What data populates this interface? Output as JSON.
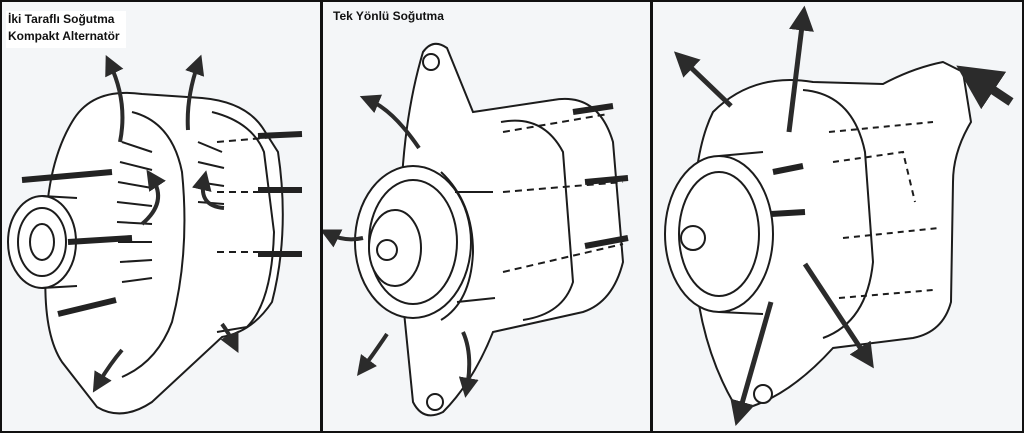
{
  "panels": [
    {
      "caption_lines": [
        "İki Taraflı Soğutma",
        "Kompakt Alternatör"
      ]
    },
    {
      "caption_lines": [
        "Tek Yönlü Soğutma"
      ]
    },
    {
      "caption_lines": []
    }
  ],
  "colors": {
    "line": "#1c1c1c",
    "arrow": "#2b2b2b",
    "panel_bg": "#f4f6f8",
    "body_fill": "#ffffff",
    "border": "#111111"
  }
}
